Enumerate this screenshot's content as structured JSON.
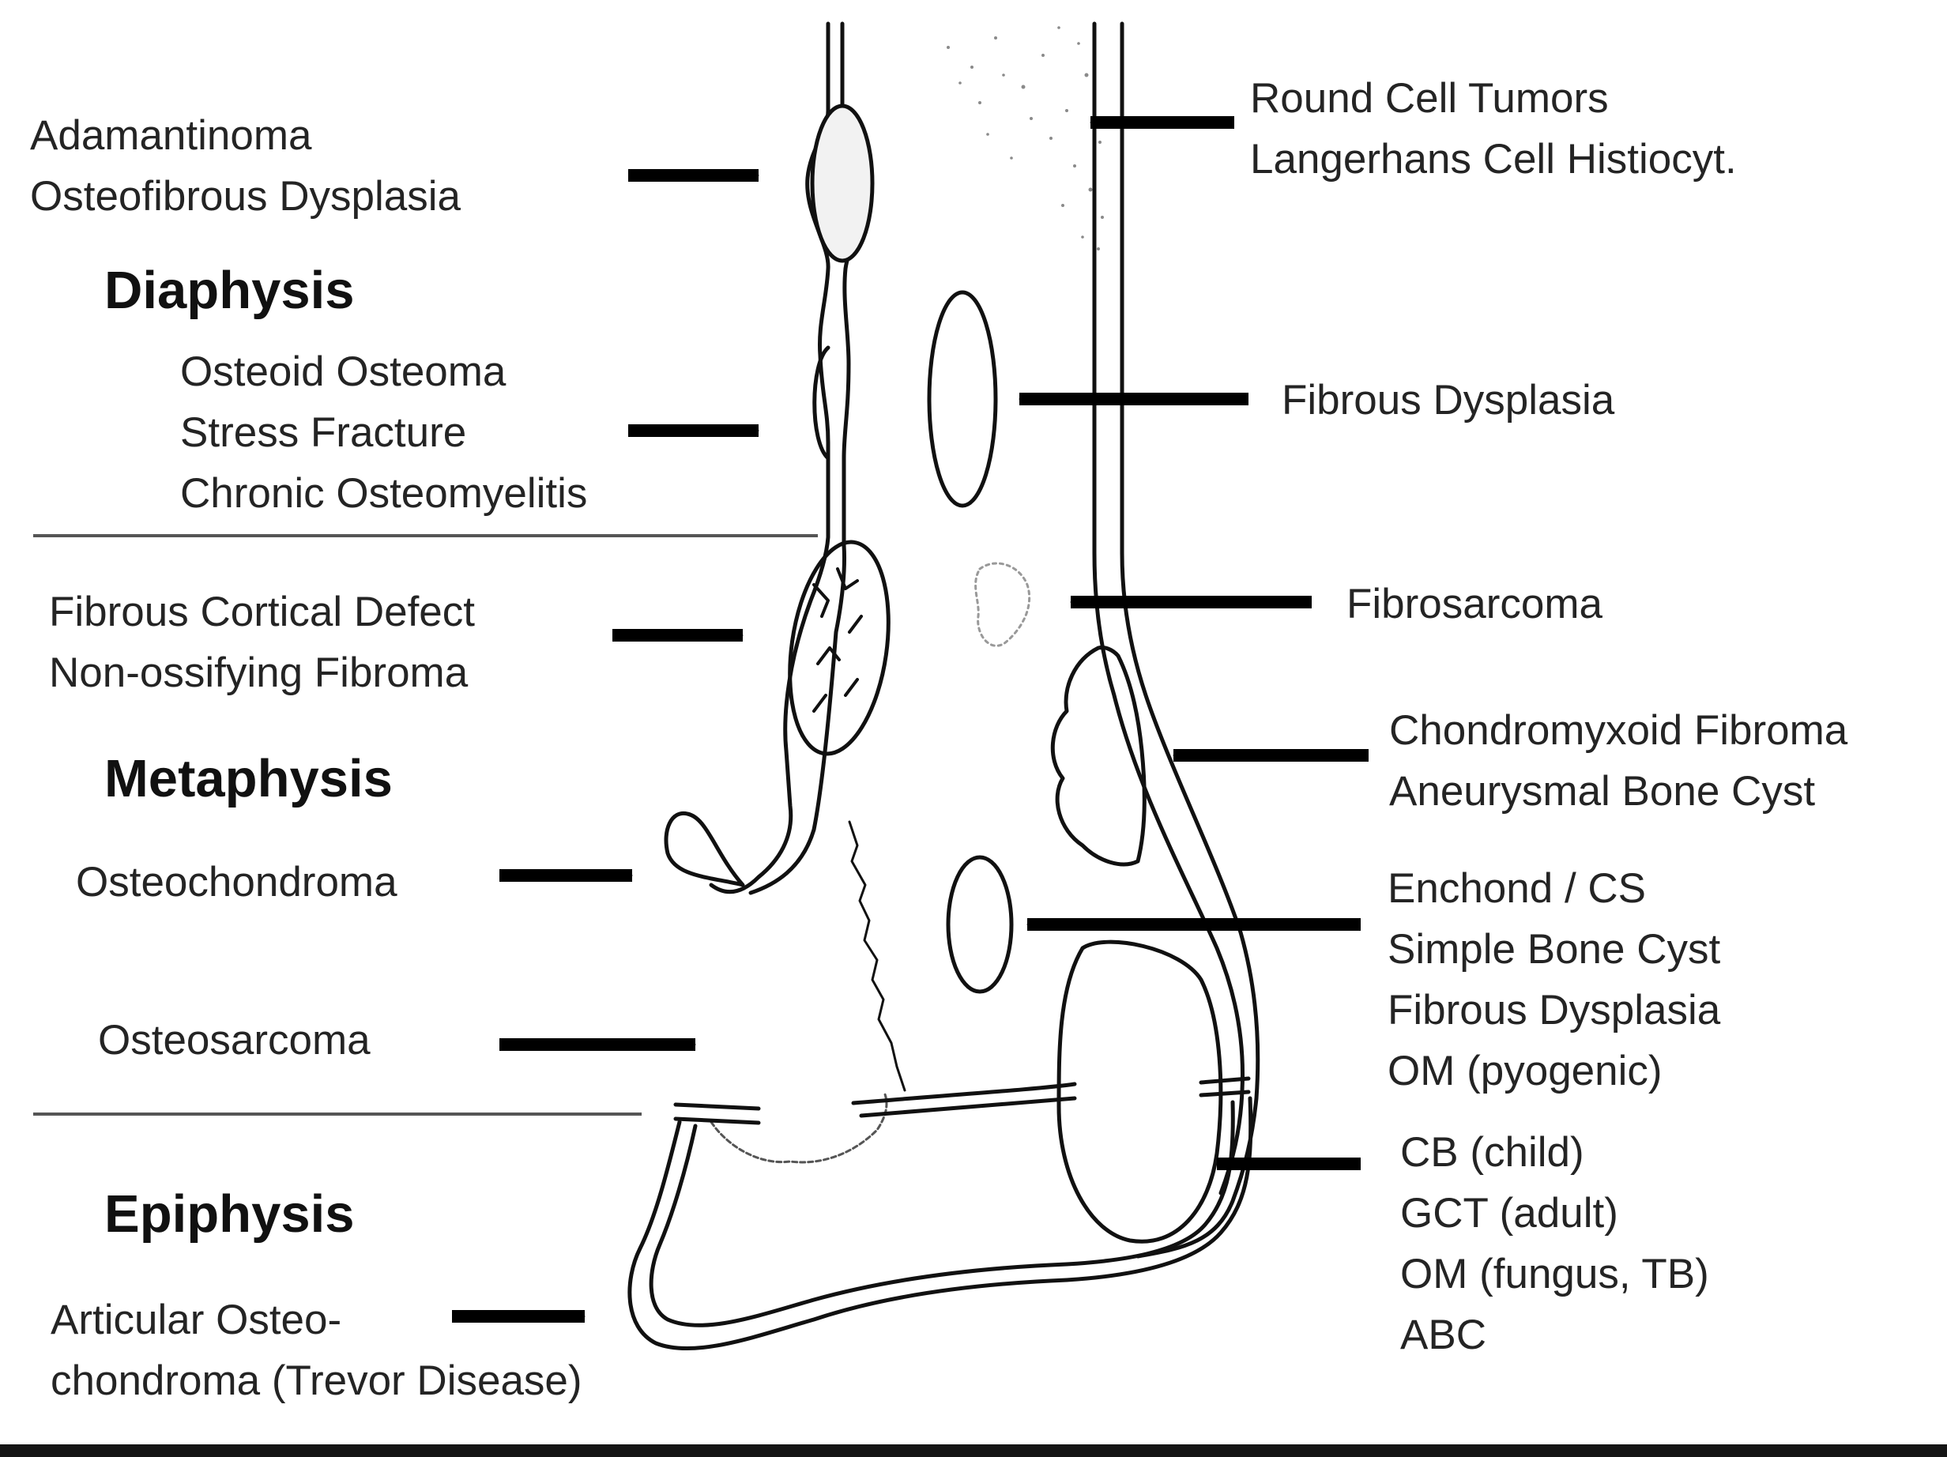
{
  "regions": {
    "diaphysis": "Diaphysis",
    "metaphysis": "Metaphysis",
    "epiphysis": "Epiphysis"
  },
  "labels_left": {
    "adamantinoma": [
      "Adamantinoma",
      "Osteofibrous Dysplasia"
    ],
    "osteoid": [
      "Osteoid Osteoma",
      "Stress Fracture",
      "Chronic Osteomyelitis"
    ],
    "fcd": [
      "Fibrous Cortical Defect",
      "Non-ossifying Fibroma"
    ],
    "osteochondroma": [
      "Osteochondroma"
    ],
    "osteosarcoma": [
      "Osteosarcoma"
    ],
    "articular": [
      "Articular Osteo-",
      "chondroma (Trevor Disease)"
    ]
  },
  "labels_right": {
    "round_cell": [
      "Round Cell Tumors",
      "Langerhans Cell Histiocyt."
    ],
    "fibrous_dysplasia": [
      "Fibrous Dysplasia"
    ],
    "fibrosarcoma": [
      "Fibrosarcoma"
    ],
    "cmf": [
      "Chondromyxoid Fibroma",
      "Aneurysmal Bone Cyst"
    ],
    "enchond": [
      "Enchond / CS",
      "Simple Bone Cyst",
      "Fibrous Dysplasia",
      "OM (pyogenic)"
    ],
    "epiphyseal": [
      "CB (child)",
      "GCT (adult)",
      "OM (fungus, TB)",
      "ABC"
    ]
  }
}
